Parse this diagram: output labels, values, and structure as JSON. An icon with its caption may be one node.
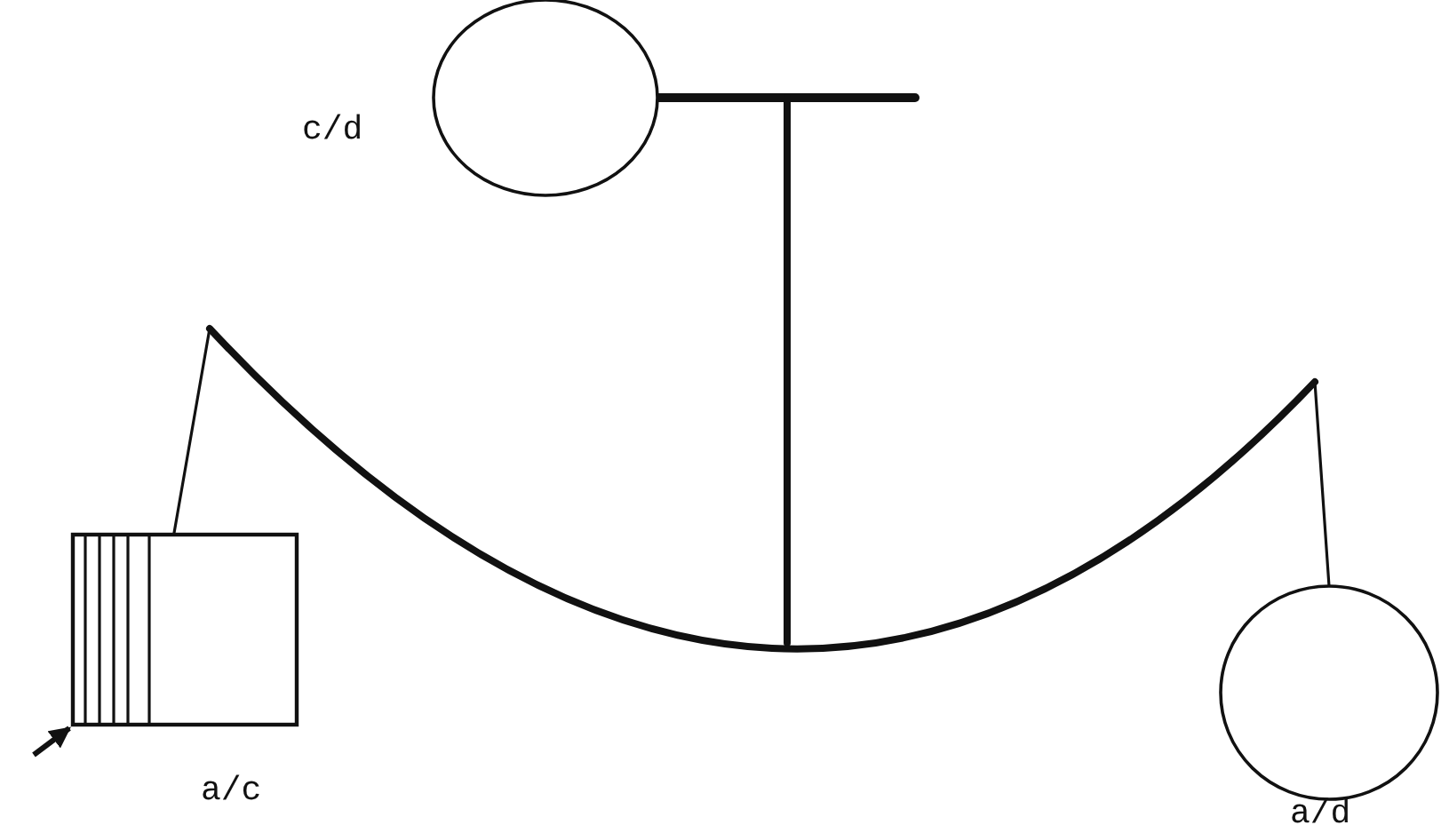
{
  "diagram": {
    "nodes": [
      {
        "text": [
          "c/d"
        ]
      },
      {
        "text": [
          "a/c"
        ]
      },
      {
        "text": [
          "a/d"
        ]
      }
    ],
    "edges": [
      {
        "from": null,
        "to": 1,
        "arrow": "to"
      }
    ]
  }
}
